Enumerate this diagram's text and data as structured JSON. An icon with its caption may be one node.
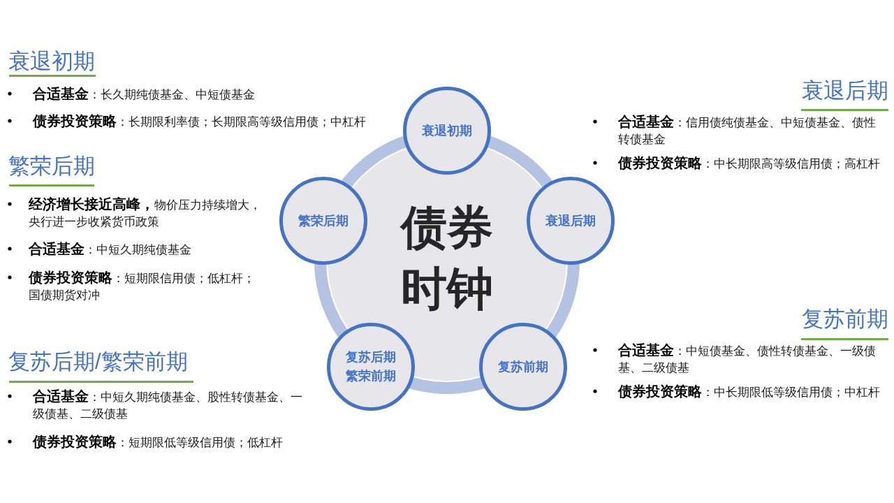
{
  "diagram": {
    "nodes": [
      {
        "text": [
          "债券时钟"
        ]
      },
      {
        "text": [
          "衰退初期"
        ]
      },
      {
        "text": [
          "繁荣后期"
        ]
      },
      {
        "text": [
          "衰退后期"
        ]
      },
      {
        "text": [
          "复苏后期繁荣前期"
        ]
      },
      {
        "text": [
          "复苏前期"
        ]
      }
    ],
    "labels": [
      "衰退初期",
      "**合适基金**：长久期纯债基金、中短债基金",
      "**债券投资策略**：长期限利率债；长期限高等级信用债；中杠杆",
      "衰退后期",
      "**合适基金**：信用债纯债基金、中短债基金、债性转债基金",
      "**债券投资策略**：中长期限高等级信用债；高杠杆",
      "繁荣后期",
      "**经济增长接近高峰，**物价压力持续增大，央行进一步收紧货币政策",
      "**合适基金**：中短久期纯债基金",
      "**债券投资策略**：短期限信用债；低杠杆；国债期货对冲",
      "复苏前期",
      "**合适基金**：中短债基金、债性转债基金、一级债基、二级债基",
      "**债券投资策略**：中长期限低等级信用债；中杠杆",
      "复苏后期/繁荣前期",
      "**合适基金**：中短久期纯债基金、股性转债基金、一级债基、二级债基",
      "**债券投资策略**：短期限低等级信用债；低杠杆"
    ]
  }
}
